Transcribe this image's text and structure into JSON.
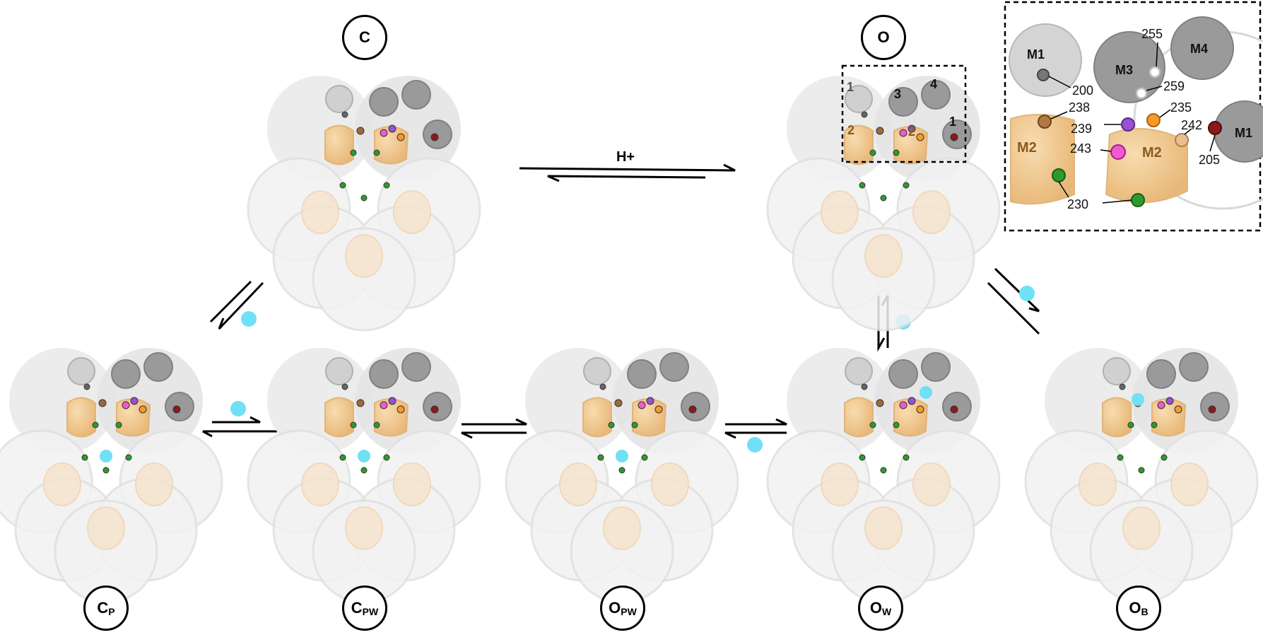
{
  "states": {
    "C": {
      "main": "C",
      "sub": ""
    },
    "O": {
      "main": "O",
      "sub": ""
    },
    "CP": {
      "main": "C",
      "sub": "P"
    },
    "CPW": {
      "main": "C",
      "sub": "PW"
    },
    "OPW": {
      "main": "O",
      "sub": "PW"
    },
    "OW": {
      "main": "O",
      "sub": "W"
    },
    "OB": {
      "main": "O",
      "sub": "B"
    }
  },
  "proton_label": "H+",
  "structure_labels": {
    "h1": "1",
    "h2a": "2",
    "h2b": "2",
    "h3": "3",
    "h4": "4",
    "h1p": "1"
  },
  "inset": {
    "helix_labels": {
      "m1_left": "M1",
      "m3": "M3",
      "m4": "M4",
      "m1_right": "M1",
      "m2_left": "M2",
      "m2_right": "M2"
    },
    "residues": [
      "200",
      "205",
      "230",
      "235",
      "238",
      "239",
      "242",
      "243",
      "255",
      "259"
    ]
  },
  "colors": {
    "water": "#6fe0f5",
    "helix_grey": "#9a9a9a",
    "helix_light": "#d4d4d4",
    "m2_tan": "#f0c990",
    "res_green": "#2e9a2e",
    "res_orange": "#f59a2a",
    "res_purple": "#9b4fd6",
    "res_magenta": "#f05ad0",
    "res_darkred": "#8c1a1a",
    "res_red": "#e82525",
    "res_brown": "#9a6a3a"
  }
}
